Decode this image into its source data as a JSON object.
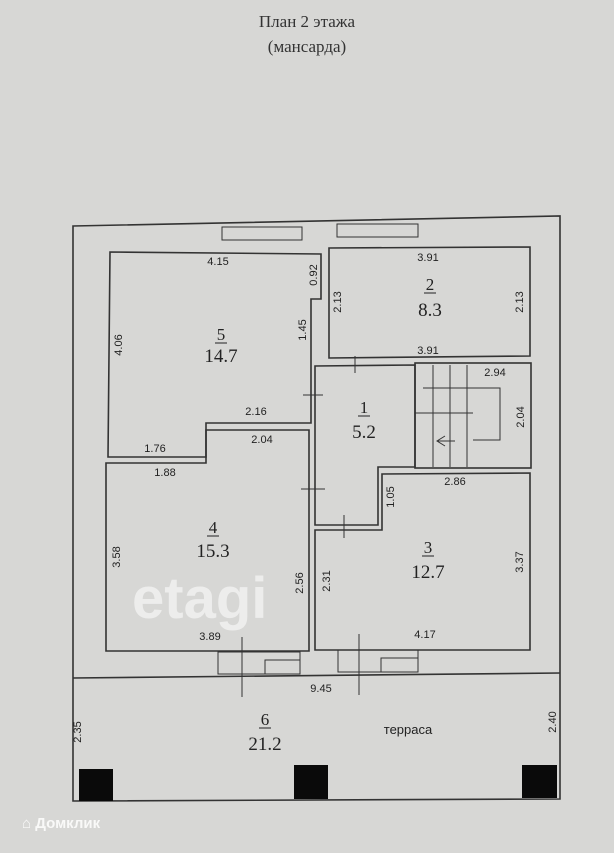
{
  "title": {
    "line1": "План 2 этажа",
    "line2": "(мансарда)"
  },
  "rooms": [
    {
      "number": "1",
      "area": "5.2"
    },
    {
      "number": "2",
      "area": "8.3"
    },
    {
      "number": "3",
      "area": "12.7"
    },
    {
      "number": "4",
      "area": "15.3"
    },
    {
      "number": "5",
      "area": "14.7"
    },
    {
      "number": "6",
      "area": "21.2",
      "label": "терраса"
    }
  ],
  "dimensions": {
    "r5_top": "4.15",
    "r5_left": "4.06",
    "r5_right_upper": "0.92",
    "r5_right": "1.45",
    "r5_step": "2.16",
    "r5_bottom": "1.76",
    "r2_top": "3.91",
    "r2_bottom": "3.91",
    "r2_left": "2.13",
    "r2_right": "2.13",
    "stairs_top": "2.94",
    "stairs_right": "2.04",
    "corridor": "2.04",
    "r4_top": "1.88",
    "r4_left": "3.58",
    "r4_right": "2.56",
    "r4_bottom": "3.89",
    "r3_top": "2.86",
    "r3_step": "1.05",
    "r3_left": "2.31",
    "r3_right": "3.37",
    "r3_bottom": "4.17",
    "terrace_width": "9.45",
    "terrace_left": "2.35",
    "terrace_right": "2.40"
  },
  "watermark": "etagi",
  "brand": "Домклик"
}
